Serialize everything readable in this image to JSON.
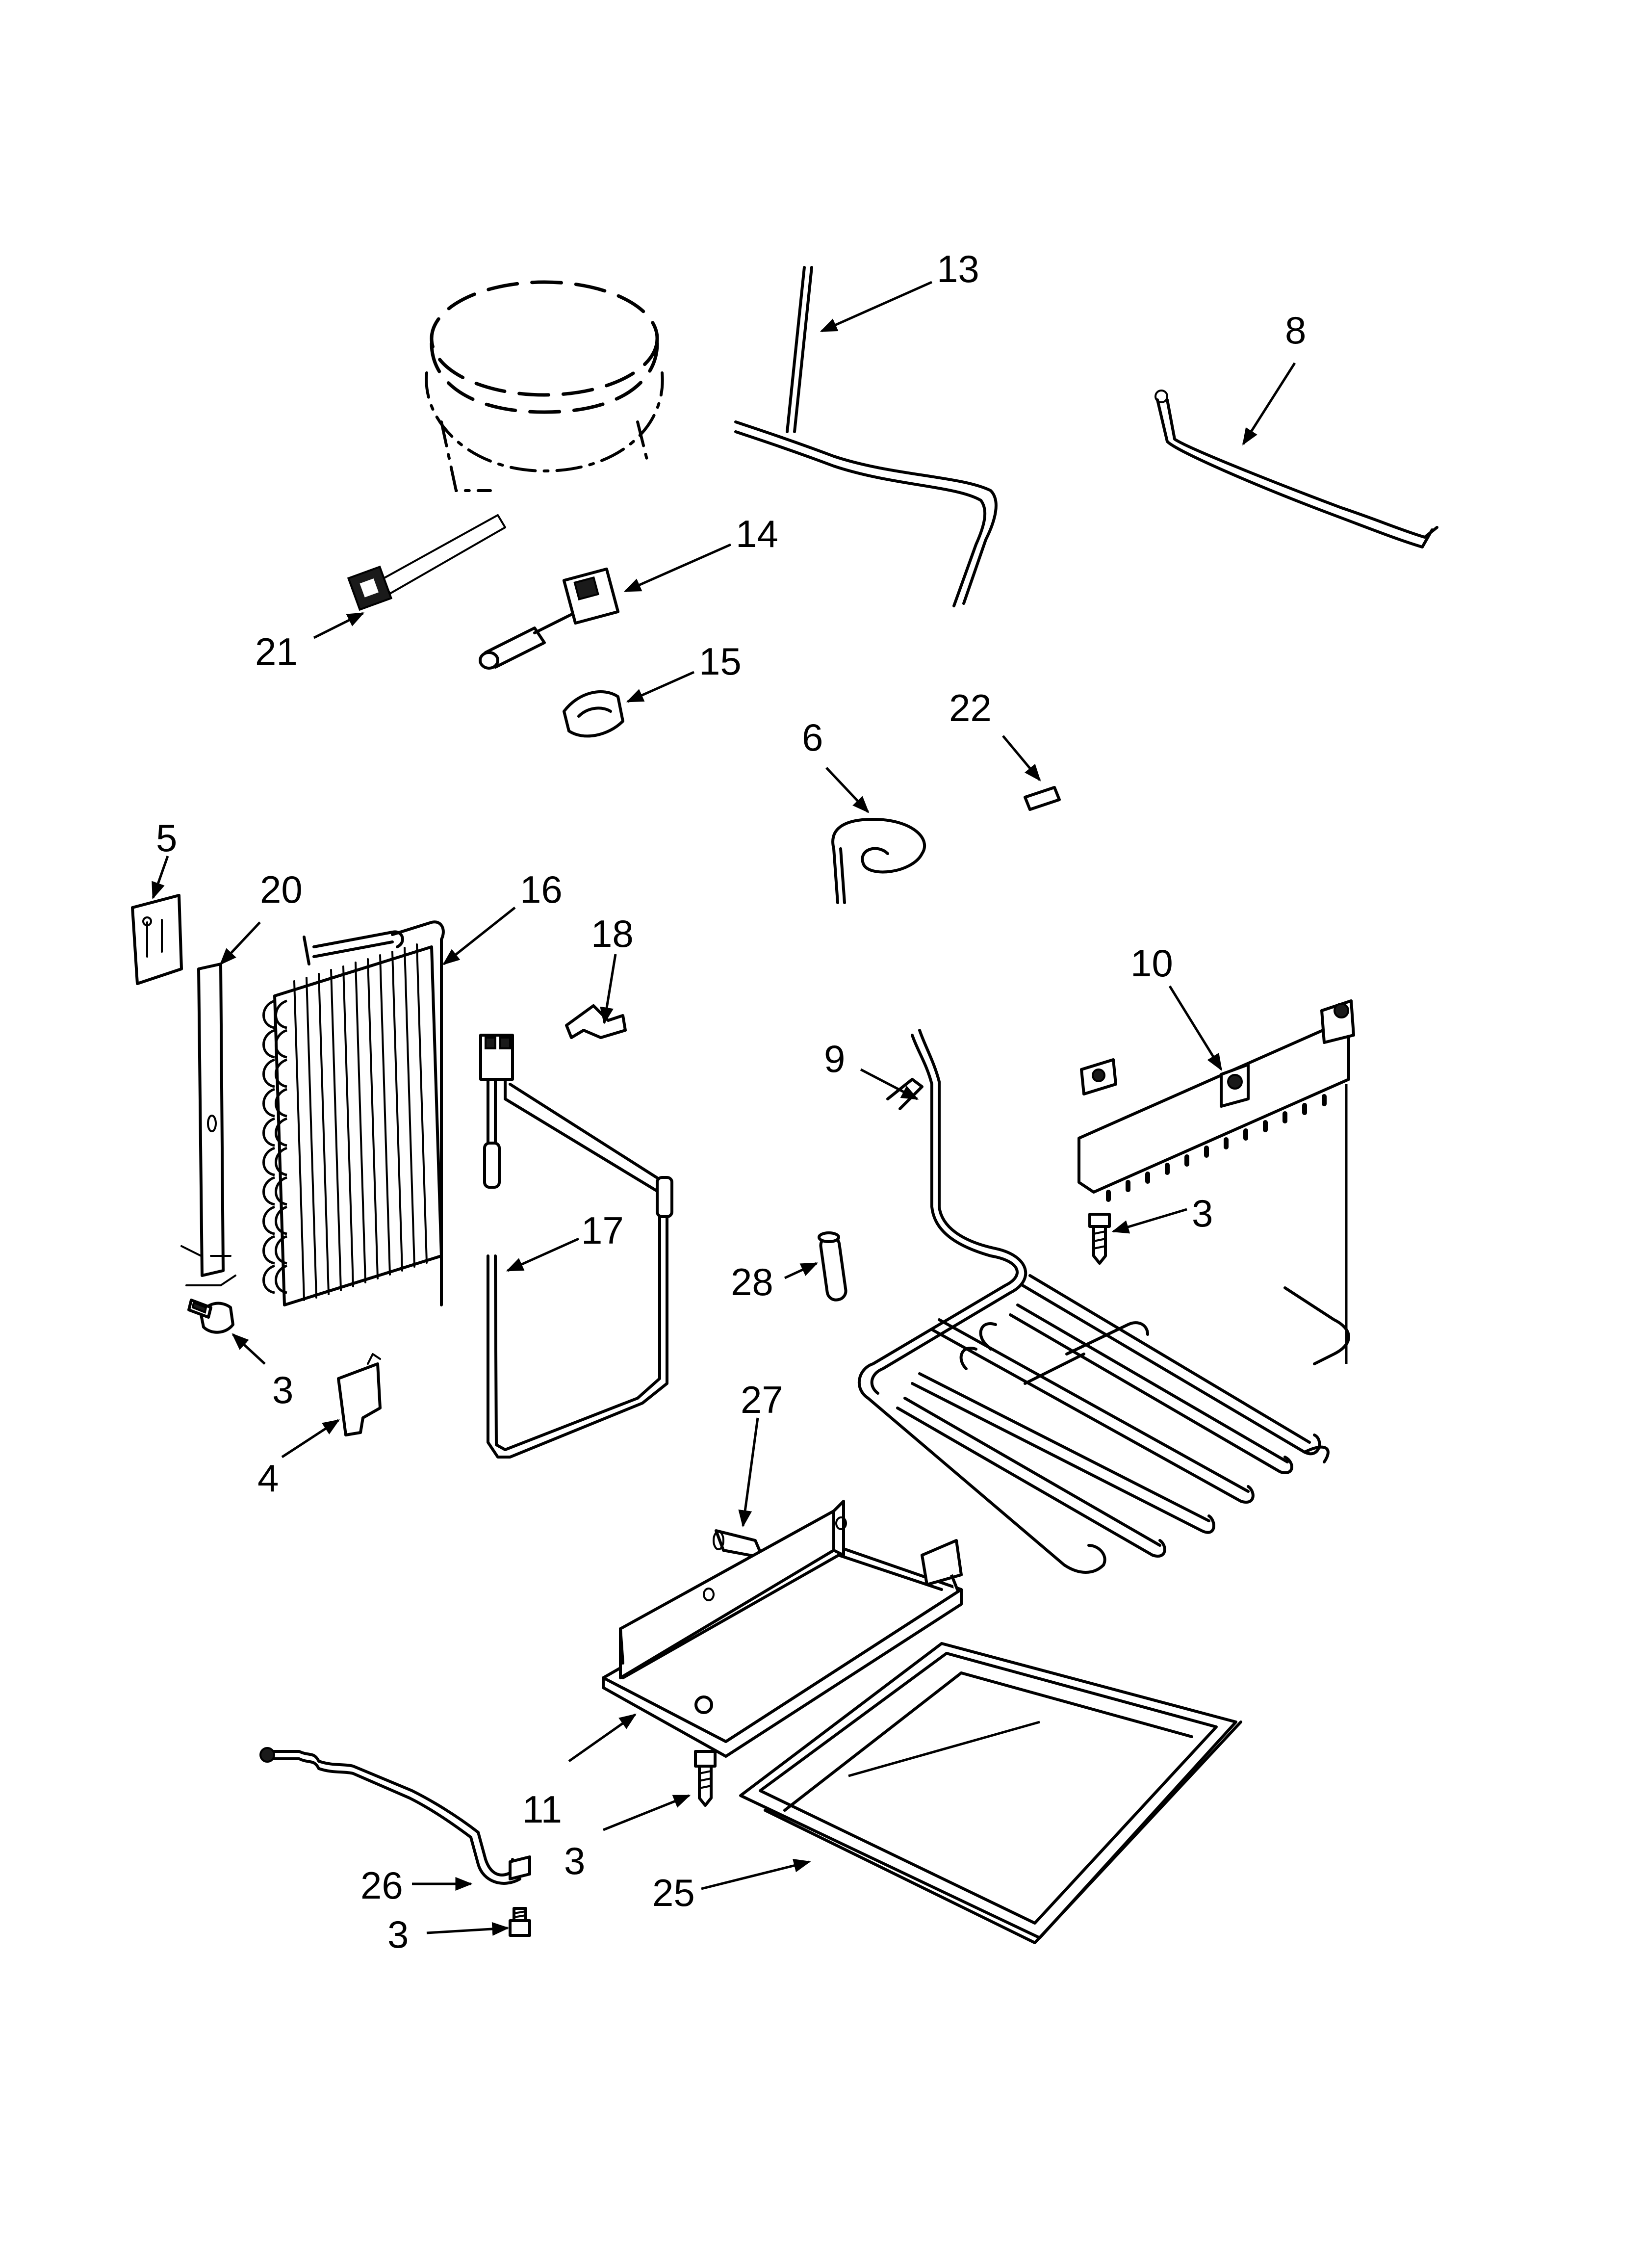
{
  "callouts": {
    "c13": "13",
    "c8": "8",
    "c14": "14",
    "c21": "21",
    "c15": "15",
    "c6": "6",
    "c22": "22",
    "c5": "5",
    "c20": "20",
    "c16": "16",
    "c18": "18",
    "c10": "10",
    "c9": "9",
    "c3_right": "3",
    "c17": "17",
    "c28": "28",
    "c3_left": "3",
    "c27": "27",
    "c4": "4",
    "c11": "11",
    "c3_mid": "3",
    "c26": "26",
    "c25": "25",
    "c3_bottom": "3"
  }
}
